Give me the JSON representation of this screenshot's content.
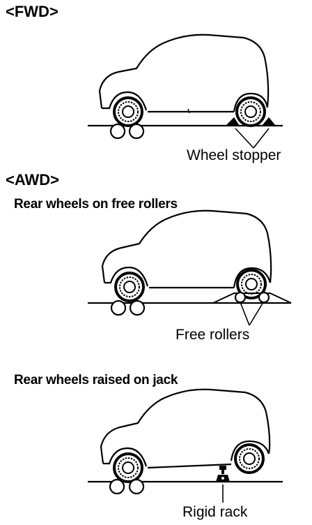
{
  "fwd": {
    "heading": "<FWD>",
    "label": "Wheel stopper"
  },
  "awd": {
    "heading": "<AWD>",
    "rollers": {
      "caption": "Rear wheels on free rollers",
      "label": "Free rollers"
    },
    "jack": {
      "caption": "Rear wheels raised on jack",
      "label": "Rigid rack"
    }
  }
}
